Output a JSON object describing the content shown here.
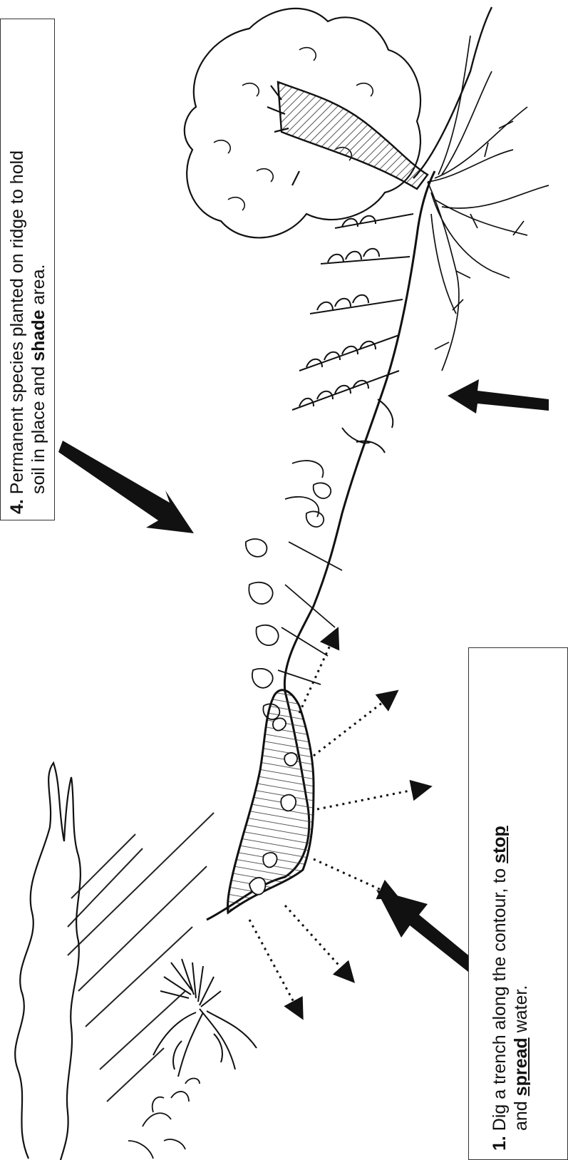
{
  "callout_top": {
    "number": "4.",
    "line1": "Permanent species planted on ridge to hold",
    "line2_a": "soil in place and ",
    "line2_bold": "shade",
    "line2_b": " area."
  },
  "callout_bottom": {
    "number": "1.",
    "line1_a": "Dig a trench along the contour, to ",
    "line1_bold": "stop",
    "line2_a": "and ",
    "line2_bold": "spread",
    "line2_b": " water."
  },
  "colors": {
    "ink": "#111111",
    "border": "#333333",
    "hatch": "#555555"
  },
  "icons": [
    "tree-icon",
    "grass-tuft-icon",
    "shrub-icon",
    "rain-lines",
    "arrow-icon",
    "dotted-arrow-icon"
  ]
}
